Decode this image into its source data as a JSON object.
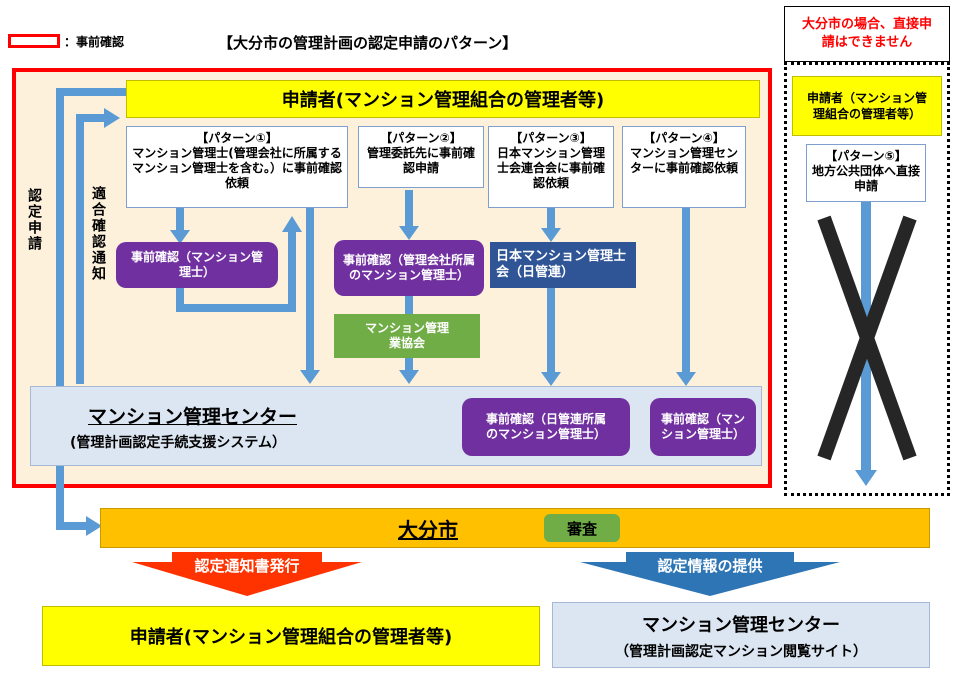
{
  "legend": {
    "label": "：事前確認"
  },
  "title": "【大分市の管理計画の認定申請のパターン】",
  "notice": "大分市の場合、直接申請はできません",
  "applicant_top": "申請者(マンション管理組合の管理者等)",
  "patterns": [
    {
      "title": "【パターン①】",
      "text": "マンション管理士(管理会社に所属するマンション管理士を含む。）に事前確認依頼"
    },
    {
      "title": "【パターン②】",
      "text": "管理委託先に事前確認申請"
    },
    {
      "title": "【パターン③】",
      "text": "日本マンション管理士会連合会に事前確認依頼"
    },
    {
      "title": "【パターン④】",
      "text": "マンション管理センターに事前確認依頼"
    }
  ],
  "pattern5": {
    "title": "【パターン⑤】",
    "text": "地方公共団体へ直接申請"
  },
  "applicant_right": "申請者（マンション管理組合の管理者等）",
  "check_boxes": {
    "p1": "事前確認（マンション管理士）",
    "p2": "事前確認（管理会社所属のマンション管理士）",
    "p3_org": "日本マンション管理士会（日管連）",
    "p2_assoc": "マンション管理業協会",
    "p3": "事前確認（日管連所属のマンション管理士）",
    "p4": "事前確認（マンション管理士）"
  },
  "vertical_labels": {
    "apply": "認定申請",
    "notify": "適合確認通知"
  },
  "center": {
    "name": "マンション管理センター",
    "sub": "(管理計画認定手続支援システム）"
  },
  "city": {
    "name": "大分市",
    "review": "審査"
  },
  "arrows": {
    "left": "認定通知書発行",
    "right": "認定情報の提供"
  },
  "bottom_left": "申請者(マンション管理組合の管理者等)",
  "bottom_right": {
    "name": "マンション管理センター",
    "sub": "（管理計画認定マンション閲覧サイト）"
  }
}
